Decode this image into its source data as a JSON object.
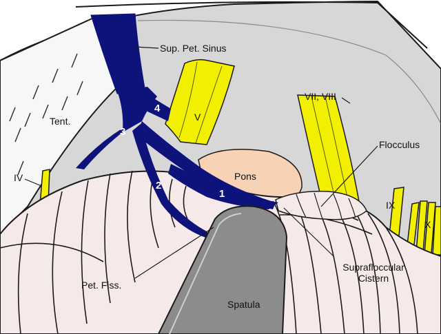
{
  "labels": {
    "sup_pet_sinus": "Sup. Pet. Sinus",
    "tent": "Tent.",
    "cn_v": "V",
    "cn_vii_viii": "VII, VIII",
    "flocculus": "Flocculus",
    "iv": "IV",
    "pons": "Pons",
    "ix": "IX",
    "x": "X",
    "pet_fiss": "Pet. Fiss.",
    "suprafloccular_line1": "Suprafloccular",
    "suprafloccular_line2": "Cistern",
    "spatula": "Spatula"
  },
  "vein_numbers": [
    "1",
    "2",
    "3",
    "4"
  ],
  "colors": {
    "vein": "#0d137a",
    "nerve": "#f2f000",
    "cerebellum": "#f6e9ea",
    "pons": "#f7d2b4",
    "dura": "#d7d7d7",
    "spatula": "#8c8c8c",
    "outline": "#1a1a1a"
  }
}
